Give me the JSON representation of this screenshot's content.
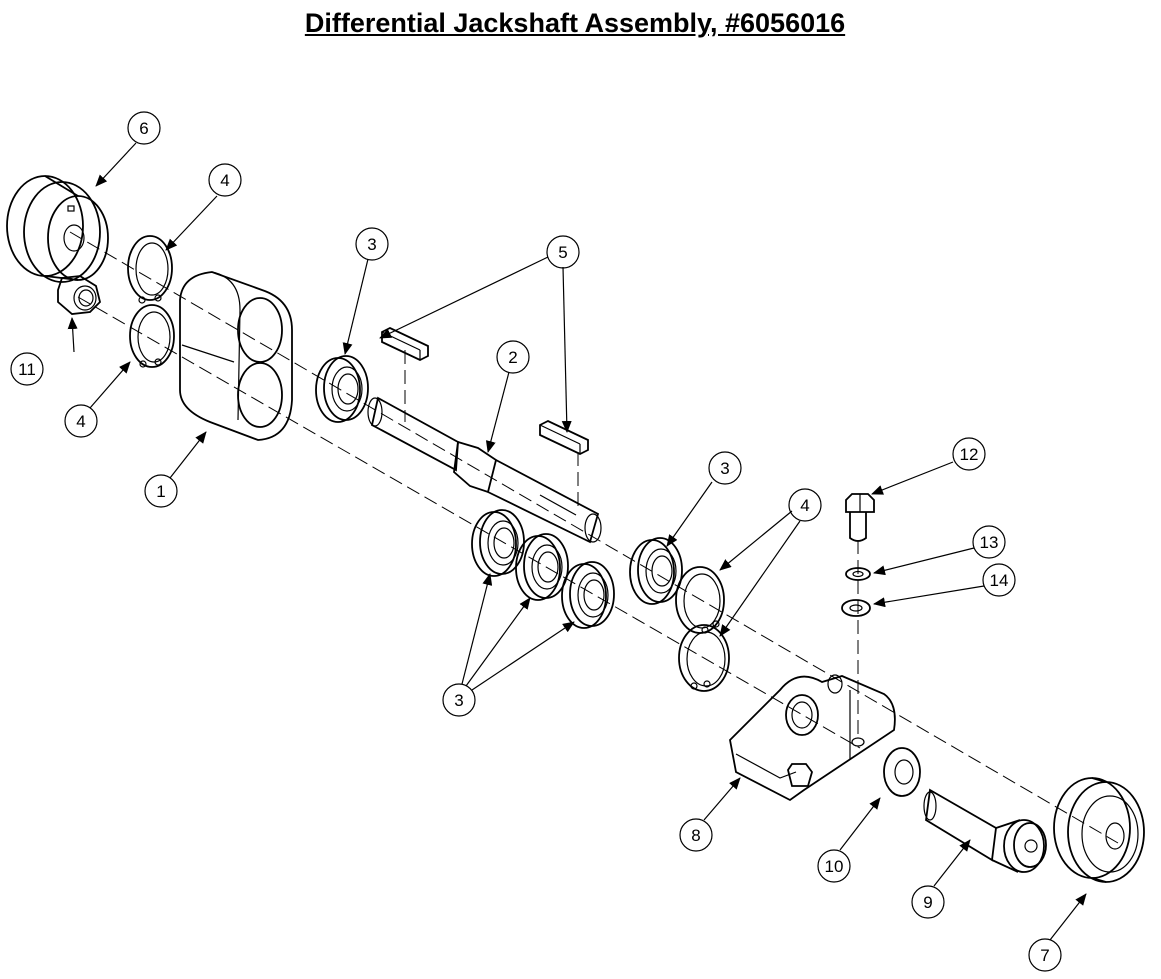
{
  "title": "Differential Jackshaft Assembly, #6056016",
  "callouts": {
    "c1": "1",
    "c2": "2",
    "c3a": "3",
    "c3b": "3",
    "c3c": "3",
    "c4a": "4",
    "c4b": "4",
    "c4c": "4",
    "c5": "5",
    "c6": "6",
    "c7": "7",
    "c8": "8",
    "c9": "9",
    "c10": "10",
    "c11": "11",
    "c12": "12",
    "c13": "13",
    "c14": "14"
  },
  "parts": [
    {
      "name": "housing-block"
    },
    {
      "name": "jackshaft"
    },
    {
      "name": "bearing"
    },
    {
      "name": "retaining-ring"
    },
    {
      "name": "key"
    },
    {
      "name": "pulley-left"
    },
    {
      "name": "pulley-right"
    },
    {
      "name": "mounting-bracket"
    },
    {
      "name": "shoulder-bolt"
    },
    {
      "name": "washer"
    },
    {
      "name": "hex-nut"
    },
    {
      "name": "hex-bolt"
    },
    {
      "name": "lock-washer"
    },
    {
      "name": "flat-washer"
    }
  ]
}
